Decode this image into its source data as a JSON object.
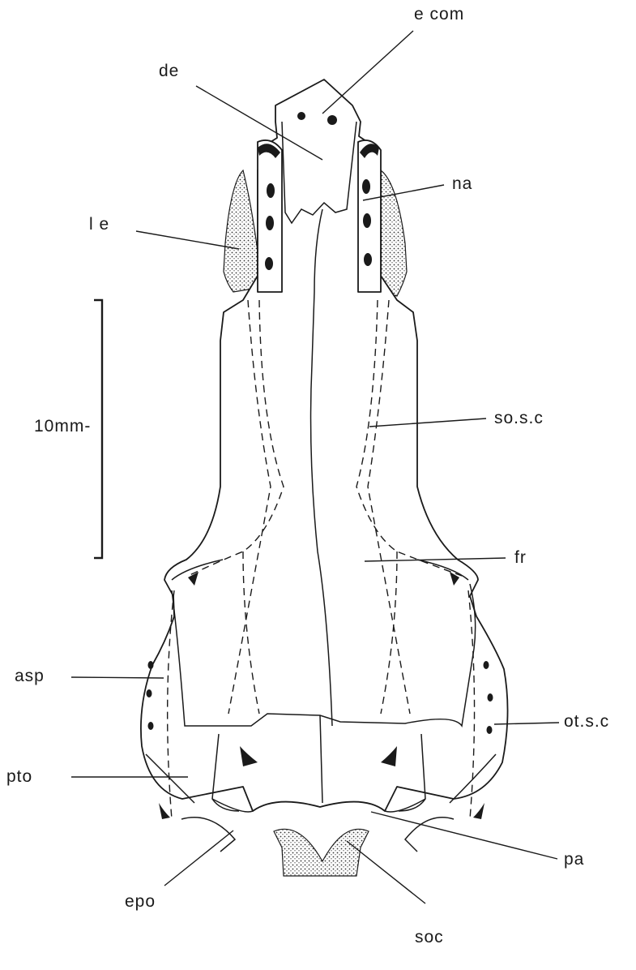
{
  "figure": {
    "labels": {
      "ecom": "e com",
      "de": "de",
      "na": "na",
      "le": "l e",
      "sosc": "so.s.c",
      "fr": "fr",
      "asp": "asp",
      "otsc": "ot.s.c",
      "pto": "pto",
      "pa": "pa",
      "epo": "epo",
      "soc": "soc"
    },
    "scale_bar": {
      "label": "10mm-"
    }
  }
}
